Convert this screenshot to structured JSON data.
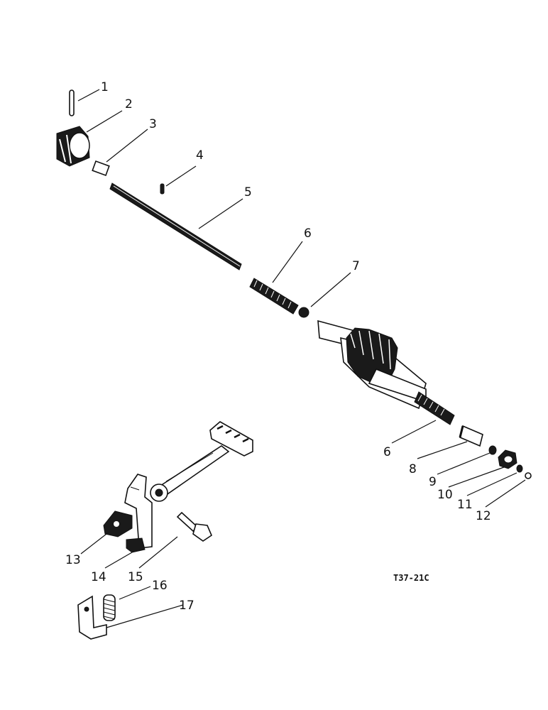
{
  "figure": {
    "code": "T37-21C"
  },
  "callouts": [
    {
      "id": "c1",
      "label": "1"
    },
    {
      "id": "c2",
      "label": "2"
    },
    {
      "id": "c3",
      "label": "3"
    },
    {
      "id": "c4",
      "label": "4"
    },
    {
      "id": "c5",
      "label": "5"
    },
    {
      "id": "c6a",
      "label": "6"
    },
    {
      "id": "c7",
      "label": "7"
    },
    {
      "id": "c6b",
      "label": "6"
    },
    {
      "id": "c8",
      "label": "8"
    },
    {
      "id": "c9",
      "label": "9"
    },
    {
      "id": "c10",
      "label": "10"
    },
    {
      "id": "c11",
      "label": "11"
    },
    {
      "id": "c12",
      "label": "12"
    },
    {
      "id": "c13",
      "label": "13"
    },
    {
      "id": "c14",
      "label": "14"
    },
    {
      "id": "c15",
      "label": "15"
    },
    {
      "id": "c16",
      "label": "16"
    },
    {
      "id": "c17",
      "label": "17"
    }
  ]
}
